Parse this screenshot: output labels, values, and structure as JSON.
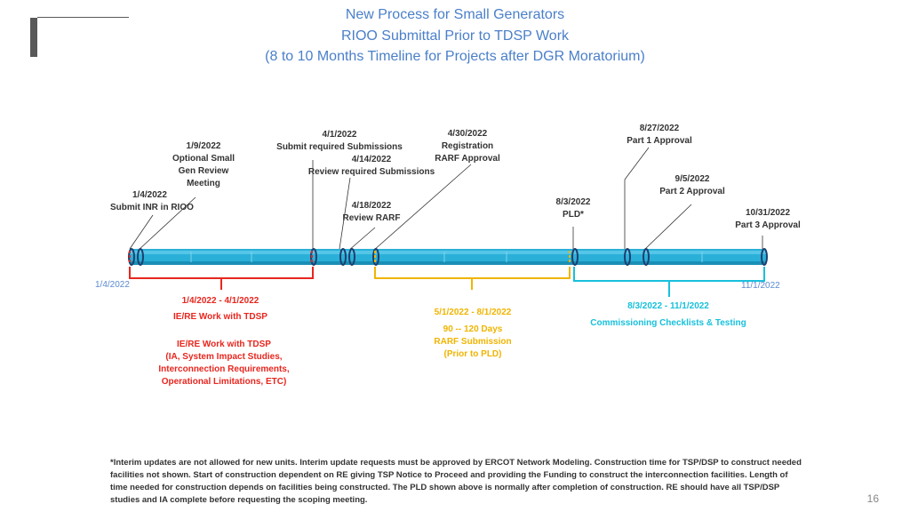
{
  "title": {
    "line1": "New Process for Small Generators",
    "line2": "RIOO Submittal Prior to TDSP Work",
    "line3": "(8 to 10 Months Timeline for Projects after DGR Moratorium)"
  },
  "axis": {
    "start": "1/4/2022",
    "end": "11/1/2022"
  },
  "milestones": {
    "inr": {
      "date": "1/4/2022",
      "text": "Submit INR in RIOO"
    },
    "optional": {
      "date": "1/9/2022",
      "l1": "Optional Small",
      "l2": "Gen Review",
      "l3": "Meeting"
    },
    "submit": {
      "date": "4/1/2022",
      "text": "Submit required Submissions"
    },
    "review": {
      "date": "4/14/2022",
      "text": "Review required Submissions"
    },
    "rarf": {
      "date": "4/18/2022",
      "text": "Review RARF"
    },
    "registration": {
      "date": "4/30/2022",
      "l1": "Registration",
      "l2": "RARF Approval"
    },
    "pld": {
      "date": "8/3/2022",
      "text": "PLD*"
    },
    "part1": {
      "date": "8/27/2022",
      "text": "Part 1 Approval"
    },
    "part2": {
      "date": "9/5/2022",
      "text": "Part 2 Approval"
    },
    "part3": {
      "date": "10/31/2022",
      "text": "Part 3 Approval"
    }
  },
  "phases": {
    "red": {
      "range": "1/4/2022 - 4/1/2022",
      "title": "IE/RE Work with TDSP",
      "d1": "IE/RE Work with TDSP",
      "d2": "(IA, System Impact Studies,",
      "d3": "Interconnection Requirements,",
      "d4": "Operational Limitations, ETC)"
    },
    "yellow": {
      "range": "5/1/2022 - 8/1/2022",
      "d1": "90 -- 120 Days",
      "d2": "RARF Submission",
      "d3": "(Prior to PLD)"
    },
    "cyan": {
      "range": "8/3/2022 - 11/1/2022",
      "title": "Commissioning Checklists & Testing"
    }
  },
  "footnote": "*Interim updates are not allowed for new units. Interim update requests must be approved by ERCOT Network Modeling. Construction time for TSP/DSP to construct needed facilities not shown. Start of construction dependent on RE giving TSP Notice to Proceed and providing the Funding to construct the interconnection facilities. Length of time needed for construction depends on facilities being constructed. The PLD shown above is normally after completion of construction. RE should have all TSP/DSP studies and IA complete before requesting the scoping meeting.",
  "page_number": "16",
  "colors": {
    "bar": "#2ab0d8",
    "red": "#e8261e",
    "yellow": "#f0b400",
    "cyan": "#17c0dc",
    "title": "#4a7fc9"
  }
}
